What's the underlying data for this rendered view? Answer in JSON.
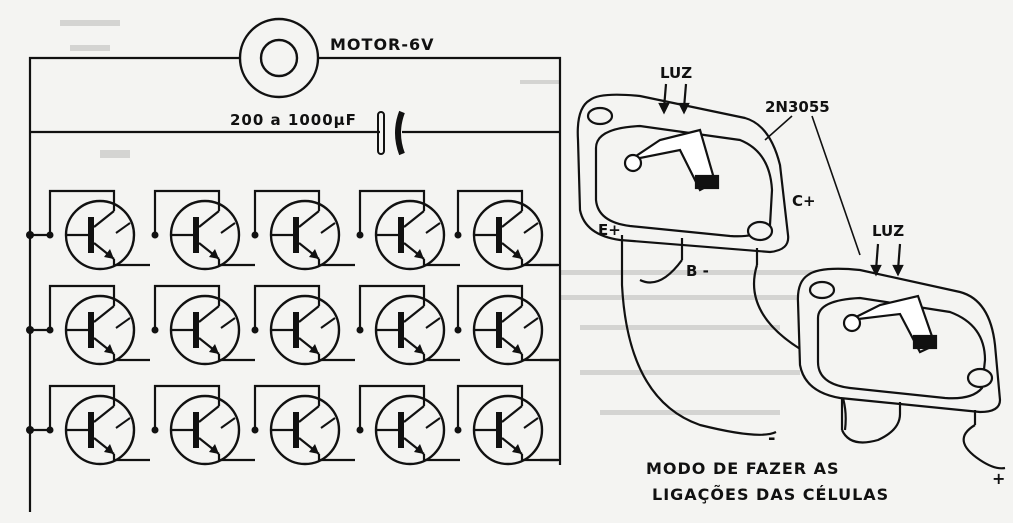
{
  "schematic": {
    "motor_label": "MOTOR-6V",
    "capacitor_label": "200 a 1000µF",
    "grid": {
      "rows": 3,
      "cols": 5,
      "device": "npn-phototransistor-cell"
    }
  },
  "cells_drawing": {
    "transistor_part": "2N3055",
    "light_label": "LUZ",
    "emitter_label": "E+",
    "base_label": "B -",
    "collector_label": "C+",
    "minus_label": "-",
    "plus_label": "+",
    "caption_line1": "MODO DE FAZER AS",
    "caption_line2": "LIGAÇÕES DAS CÉLULAS"
  },
  "colors": {
    "ink": "#111111",
    "paper": "#f4f4f2",
    "ghost": "#d8d8d6"
  }
}
